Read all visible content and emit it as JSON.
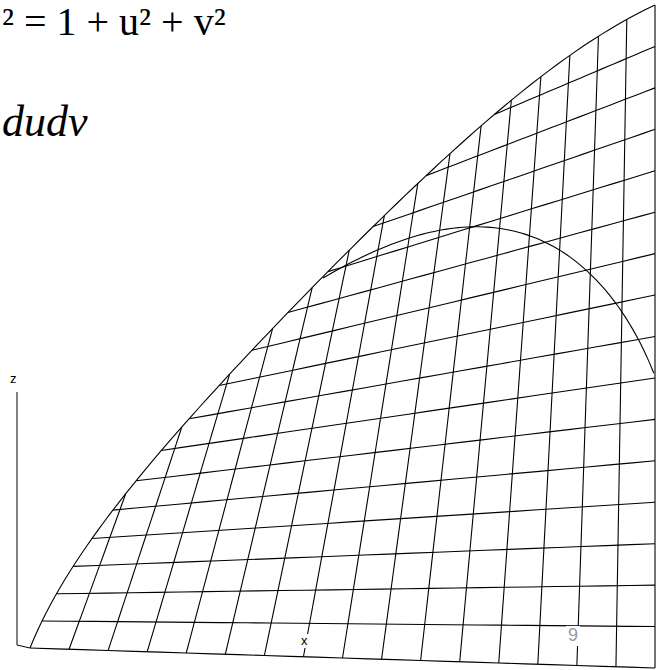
{
  "diagram": {
    "labels": [
      "² = 1 + u² + v²",
      "dudv",
      "z",
      "x",
      "9"
    ]
  }
}
